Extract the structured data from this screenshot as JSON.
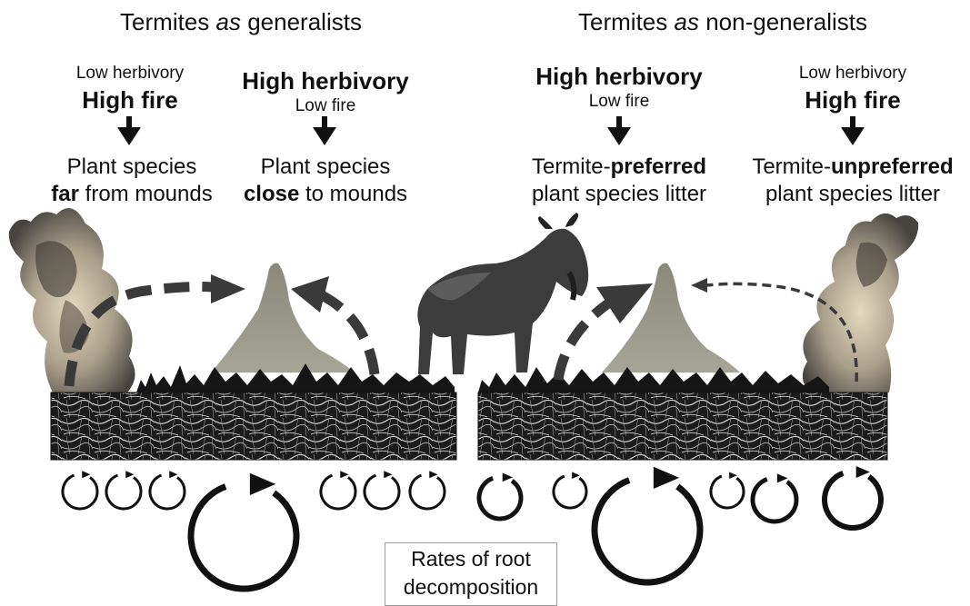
{
  "titles": {
    "left_prefix": "Termites ",
    "left_italic": "as",
    "left_suffix": " generalists",
    "right_prefix": "Termites ",
    "right_italic": "as",
    "right_suffix": " non-generalists"
  },
  "scenarios": [
    {
      "top_line": "Low herbivory",
      "bold_line": "High fire",
      "result_line1": "Plant species",
      "result_bold": "far",
      "result_line2_rest": " from mounds"
    },
    {
      "bold_line": "High herbivory",
      "bottom_line": "Low fire",
      "result_line1": "Plant species",
      "result_bold": "close",
      "result_line2_rest": " to mounds"
    },
    {
      "bold_line": "High herbivory",
      "bottom_line": "Low fire",
      "result_prefix": "Termite-",
      "result_bold": "preferred",
      "result_line2": "plant species litter"
    },
    {
      "top_line": "Low herbivory",
      "bold_line": "High fire",
      "result_prefix": "Termite-",
      "result_bold": "unpreferred",
      "result_line2": "plant species litter"
    }
  ],
  "legend": {
    "line1": "Rates of root",
    "line2": "decomposition"
  },
  "colors": {
    "text": "#111111",
    "dashed_arrow": "#3a3a3a",
    "mound": "#8e8c7c",
    "soil_dark": "#1a1a1a",
    "smoke": "#b9ab8c",
    "wildebeest": "#3c3c3c",
    "legend_border": "#9a9a9a"
  },
  "icons": [
    "down-arrow-icon",
    "fire-smoke-icon",
    "termite-mound-icon",
    "wildebeest-icon",
    "decomposition-cycle-icon"
  ]
}
